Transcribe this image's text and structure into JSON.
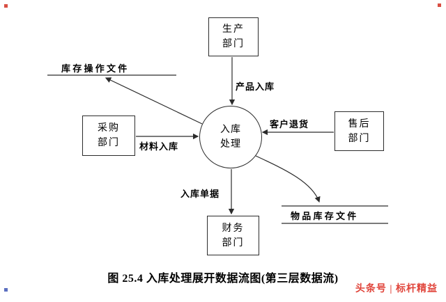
{
  "diagram": {
    "boxes": {
      "production": {
        "line1": "生产",
        "line2": "部门"
      },
      "purchasing": {
        "line1": "采购",
        "line2": "部门"
      },
      "aftersales": {
        "line1": "售后",
        "line2": "部门"
      },
      "finance": {
        "line1": "财务",
        "line2": "部门"
      }
    },
    "process": {
      "line1": "入库",
      "line2": "处理"
    },
    "stores": {
      "inventory_ops_file": "库 存 操 作 文 件",
      "item_inventory_file": "物 品 库 存 文 件"
    },
    "flows": {
      "product_in": "产品入库",
      "material_in": "材料入库",
      "customer_return": "客户退货",
      "warehouse_receipt": "入库单据"
    },
    "caption": "图 25.4 入库处理展开数据流图(第三层数据流)",
    "watermark": "头条号 | 标杆精益"
  }
}
